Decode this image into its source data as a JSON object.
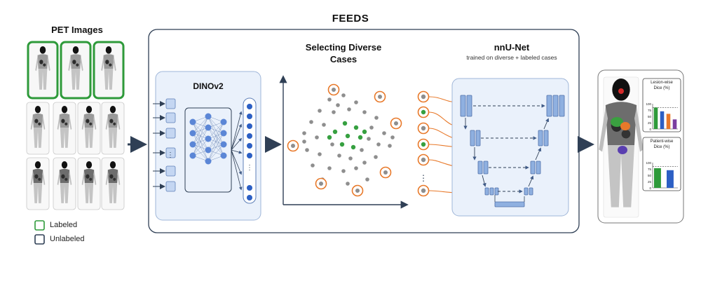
{
  "title": "FEEDS",
  "pet": {
    "heading": "PET Images",
    "legend": {
      "labeled": "Labeled",
      "unlabeled": "Unlabeled"
    },
    "colors": {
      "labeled": "#2e9a3a",
      "unlabeled": "#2f3f55"
    }
  },
  "dino": {
    "label": "DINOv2"
  },
  "selection": {
    "heading_line1": "Selecting Diverse",
    "heading_line2": "Cases"
  },
  "nnunet": {
    "label": "nnU-Net",
    "subtitle": "trained on diverse + labeled cases"
  },
  "results": {
    "lesion_title_line1": "Lesion-wise",
    "lesion_title_line2": "Dice (%)",
    "patient_title_line1": "Patient-wise",
    "patient_title_line2": "Dice (%)",
    "ticks": [
      "100",
      "75",
      "50",
      "25",
      "0"
    ]
  },
  "colors": {
    "accent_orange": "#e8792a",
    "node_green": "#36a040",
    "node_grey": "#8e8e8e",
    "block_blue": "#8fb0e0",
    "panel_fill": "#eaf1fb",
    "dark_navy": "#2f3f55"
  },
  "chart_data": [
    {
      "type": "bar",
      "title": "Lesion-wise Dice (%)",
      "ylim": [
        0,
        100
      ],
      "series": [
        {
          "values": [
            85,
            70,
            60,
            38
          ]
        }
      ],
      "colors": [
        "#2e9a3a",
        "#2c5fc4",
        "#e8792a",
        "#7b3fa0"
      ],
      "reference_line": 85
    },
    {
      "type": "bar",
      "title": "Patient-wise Dice (%)",
      "ylim": [
        0,
        100
      ],
      "series": [
        {
          "values": [
            78,
            70
          ]
        }
      ],
      "colors": [
        "#2e9a3a",
        "#2c5fc4"
      ],
      "reference_line": 85
    }
  ]
}
